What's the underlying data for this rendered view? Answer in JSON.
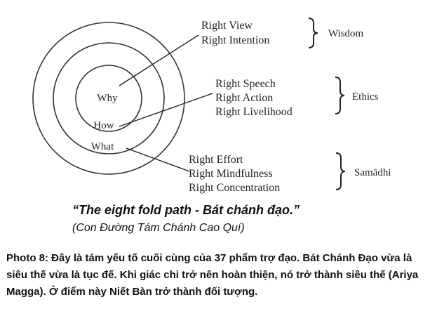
{
  "diagram": {
    "rings": [
      "Why",
      "How",
      "What"
    ],
    "groups": [
      {
        "name": "Wisdom",
        "items": [
          "Right View",
          "Right Intention"
        ]
      },
      {
        "name": "Ethics",
        "items": [
          "Right Speech",
          "Right Action",
          "Right Livelihood"
        ]
      },
      {
        "name": "Samādhi",
        "items": [
          "Right Effort",
          "Right Mindfulness",
          "Right Concentration"
        ]
      }
    ]
  },
  "caption": {
    "title": "“The eight fold path - Bát chánh đạo.”",
    "subtitle": "(Con Đường Tám Chánh Cao Quí)",
    "photo_text": "Photo 8: Đây là tám yếu tố cuối cùng của 37 phẩm trợ đạo. Bát Chánh Đạo vừa là siêu thế vừa là tục đế. Khi giác chi trở nên hoàn thiện, nó trở thành siêu thế (Ariya Magga). Ở điểm này Niết Bàn trở thành đối tượng."
  }
}
